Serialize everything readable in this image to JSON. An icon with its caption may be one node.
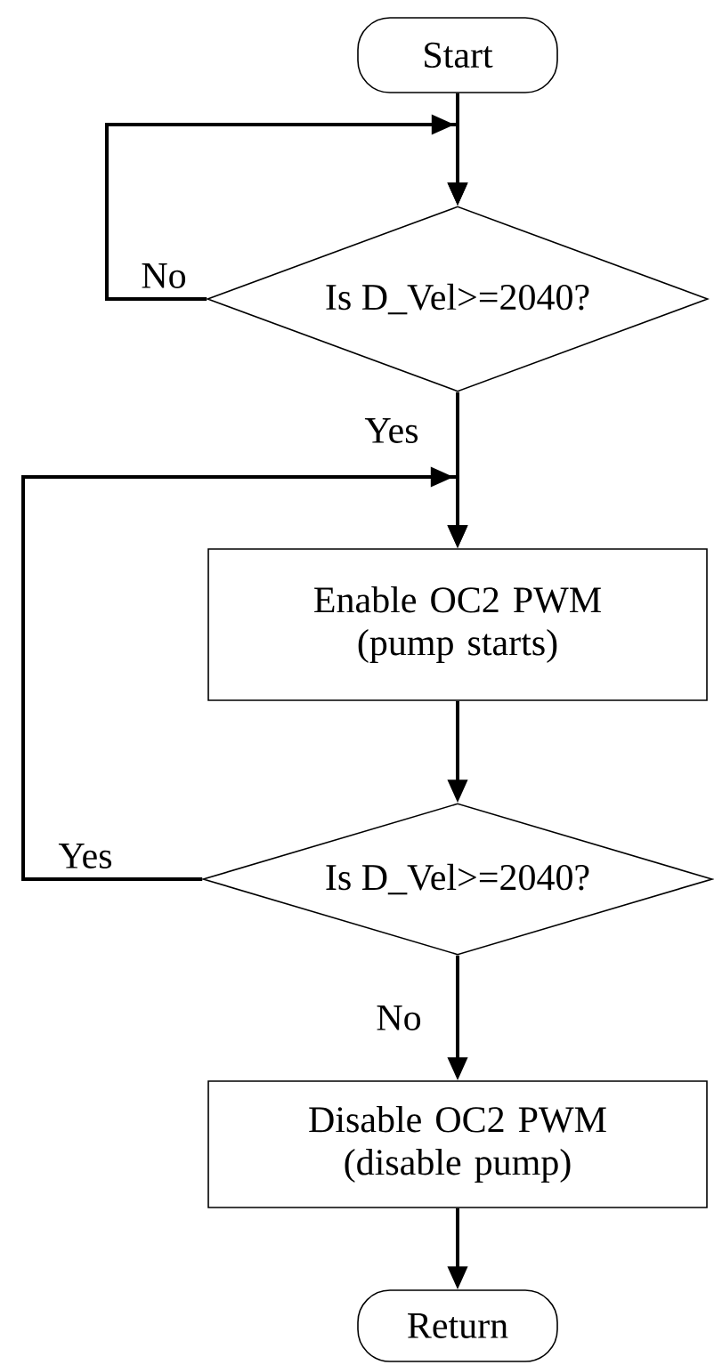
{
  "diagram": {
    "nodes": [
      {
        "text": [
          "Start"
        ]
      },
      {
        "text": [
          "Is D_Vel>=2040?"
        ]
      },
      {
        "text": [
          "Enable OC2 PWM (pump starts)"
        ]
      },
      {
        "text": [
          "Is D_Vel>=2040?"
        ]
      },
      {
        "text": [
          "Disable OC2 PWM (disable pump)"
        ]
      },
      {
        "text": [
          "Return"
        ]
      }
    ],
    "edges": [
      {
        "from": 0,
        "to": 1,
        "arrow": "to"
      },
      {
        "from": 1,
        "to": 1,
        "arrow": "to",
        "label": "No"
      },
      {
        "from": 1,
        "to": 2,
        "arrow": "to",
        "label": "Yes"
      },
      {
        "from": 2,
        "to": 3,
        "arrow": "to"
      },
      {
        "from": 3,
        "to": 2,
        "arrow": "to",
        "label": "Yes"
      },
      {
        "from": 3,
        "to": 4,
        "arrow": "to",
        "label": "No"
      },
      {
        "from": 4,
        "to": 5,
        "arrow": "to"
      }
    ]
  }
}
